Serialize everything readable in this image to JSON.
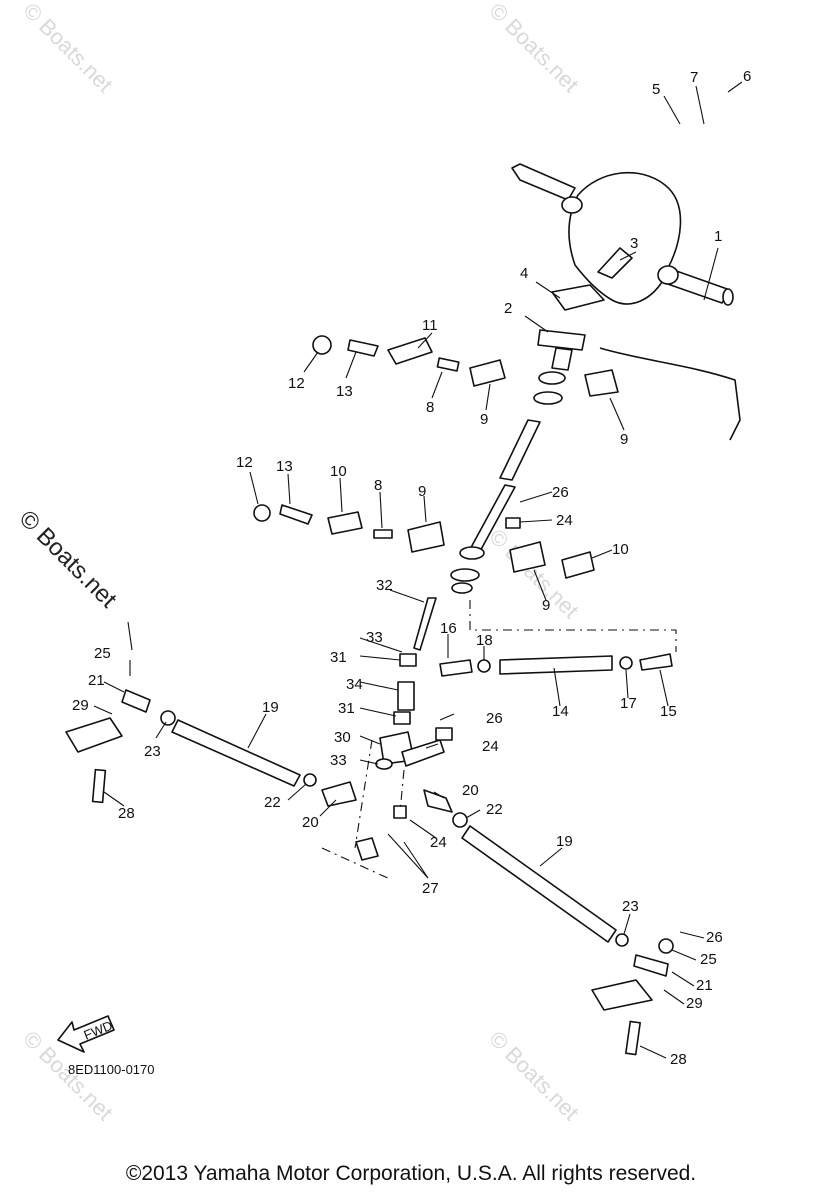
{
  "diagram": {
    "part_code": "8ED1100-0170",
    "fwd_label": "FWD",
    "watermark": "© Boats.net",
    "copyright": "©2013 Yamaha Motor Corporation, U.S.A. All rights reserved."
  },
  "callouts": [
    {
      "n": "1"
    },
    {
      "n": "2"
    },
    {
      "n": "3"
    },
    {
      "n": "4"
    },
    {
      "n": "5"
    },
    {
      "n": "6"
    },
    {
      "n": "7"
    },
    {
      "n": "8"
    },
    {
      "n": "8"
    },
    {
      "n": "9"
    },
    {
      "n": "9"
    },
    {
      "n": "9"
    },
    {
      "n": "9"
    },
    {
      "n": "10"
    },
    {
      "n": "10"
    },
    {
      "n": "11"
    },
    {
      "n": "12"
    },
    {
      "n": "12"
    },
    {
      "n": "13"
    },
    {
      "n": "13"
    },
    {
      "n": "14"
    },
    {
      "n": "15"
    },
    {
      "n": "16"
    },
    {
      "n": "17"
    },
    {
      "n": "18"
    },
    {
      "n": "19"
    },
    {
      "n": "19"
    },
    {
      "n": "20"
    },
    {
      "n": "20"
    },
    {
      "n": "21"
    },
    {
      "n": "21"
    },
    {
      "n": "22"
    },
    {
      "n": "22"
    },
    {
      "n": "23"
    },
    {
      "n": "23"
    },
    {
      "n": "24"
    },
    {
      "n": "24"
    },
    {
      "n": "24"
    },
    {
      "n": "25"
    },
    {
      "n": "25"
    },
    {
      "n": "26"
    },
    {
      "n": "26"
    },
    {
      "n": "26"
    },
    {
      "n": "27"
    },
    {
      "n": "28"
    },
    {
      "n": "28"
    },
    {
      "n": "29"
    },
    {
      "n": "29"
    },
    {
      "n": "30"
    },
    {
      "n": "31"
    },
    {
      "n": "31"
    },
    {
      "n": "32"
    },
    {
      "n": "33"
    },
    {
      "n": "33"
    },
    {
      "n": "34"
    }
  ]
}
